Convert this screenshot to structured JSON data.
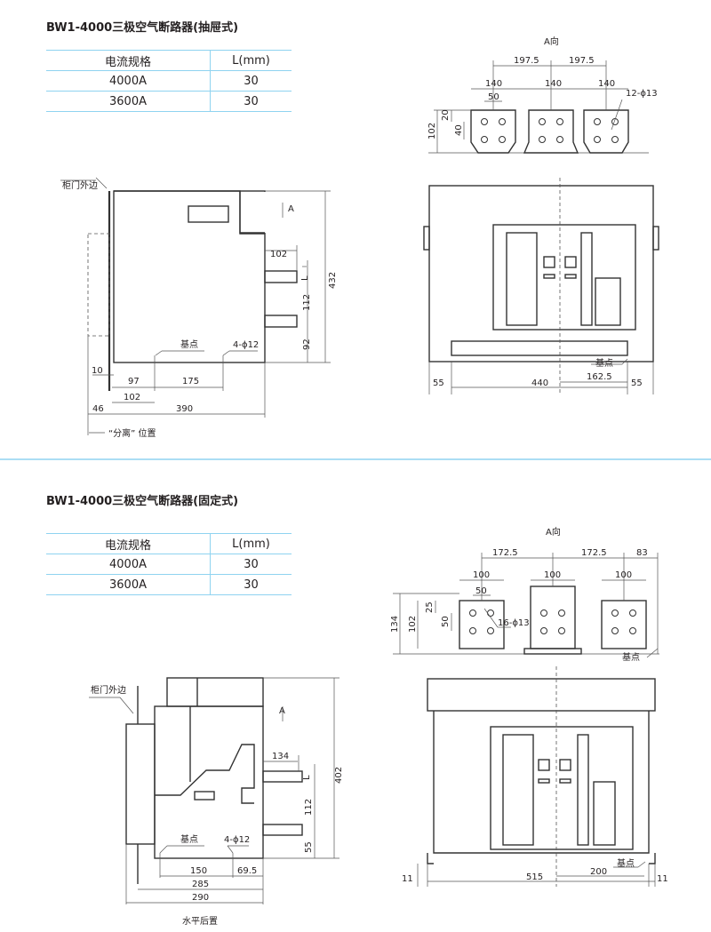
{
  "section1": {
    "title": "BW1-4000三极空气断路器(抽屉式)",
    "table": {
      "headers": [
        "电流规格",
        "L(mm)"
      ],
      "rows": [
        [
          "4000A",
          "30"
        ],
        [
          "3600A",
          "30"
        ]
      ]
    },
    "view_a": {
      "label": "A向",
      "dims": [
        "197.5",
        "197.5",
        "140",
        "140",
        "140",
        "50",
        "12-ϕ13",
        "20",
        "40",
        "102"
      ]
    },
    "front": {
      "dims": [
        "55",
        "440",
        "162.5",
        "55"
      ],
      "ref": "基点"
    },
    "side": {
      "door_label": "柜门外边",
      "arrow": "A",
      "dims": [
        "102",
        "L",
        "432",
        "112",
        "92",
        "10",
        "97",
        "175",
        "102",
        "46",
        "390"
      ],
      "ref": "基点",
      "holes": "4-ϕ12",
      "position_note": "“分离” 位置"
    }
  },
  "section2": {
    "title": "BW1-4000三极空气断路器(固定式)",
    "table": {
      "headers": [
        "电流规格",
        "L(mm)"
      ],
      "rows": [
        [
          "4000A",
          "30"
        ],
        [
          "3600A",
          "30"
        ]
      ]
    },
    "view_a": {
      "label": "A向",
      "dims": [
        "172.5",
        "172.5",
        "83",
        "100",
        "100",
        "100",
        "50",
        "25",
        "50",
        "102",
        "134",
        "16-ϕ13"
      ],
      "ref": "基点"
    },
    "front": {
      "dims": [
        "11",
        "515",
        "200",
        "11"
      ],
      "ref": "基点"
    },
    "side": {
      "door_label": "柜门外边",
      "arrow": "A",
      "dims": [
        "134",
        "L",
        "402",
        "112",
        "55",
        "150",
        "69.5",
        "285",
        "290"
      ],
      "ref": "基点",
      "holes": "4-ϕ12",
      "caption": "水平后置"
    }
  },
  "colors": {
    "accent": "#8fd3f0",
    "line": "#333333"
  }
}
